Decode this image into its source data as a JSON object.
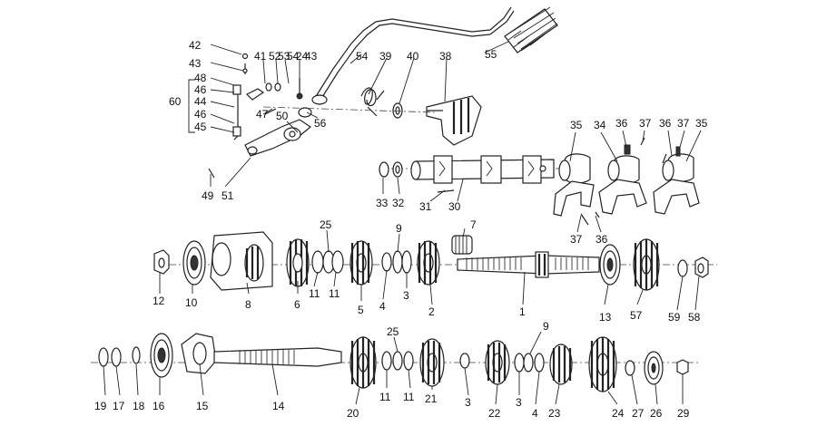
{
  "callouts": {
    "c42": "42",
    "c41": "41",
    "c52": "52",
    "c53": "53",
    "c54_top": "54",
    "c24_top": "24",
    "c43": "43",
    "c48": "48",
    "c46a": "46",
    "c44": "44",
    "c46b": "46",
    "c45": "45",
    "c60": "60",
    "c47": "47",
    "c50": "50",
    "c56": "56",
    "c54": "54",
    "c39": "39",
    "c40": "40",
    "c38": "38",
    "c55": "55",
    "c49": "49",
    "c51": "51",
    "c33": "33",
    "c32": "32",
    "c31": "31",
    "c30": "30",
    "c35a": "35",
    "c34": "34",
    "c36a": "36",
    "c37a": "37",
    "c36b": "36",
    "c37b": "37",
    "c35b": "35",
    "c37c": "37",
    "c36c": "36",
    "c25a": "25",
    "c9a": "9",
    "c7": "7",
    "c12": "12",
    "c10": "10",
    "c8": "8",
    "c6": "6",
    "c11a": "11",
    "c11b": "11",
    "c5": "5",
    "c4a": "4",
    "c3a": "3",
    "c2": "2",
    "c1": "1",
    "c13": "13",
    "c57": "57",
    "c59": "59",
    "c58": "58",
    "c25b": "25",
    "c9b": "9",
    "c19": "19",
    "c17": "17",
    "c18": "18",
    "c16": "16",
    "c15": "15",
    "c14": "14",
    "c20": "20",
    "c11c": "11",
    "c11d": "11",
    "c21": "21",
    "c3b": "3",
    "c22": "22",
    "c3c": "3",
    "c4b": "4",
    "c23": "23",
    "c24": "24",
    "c27": "27",
    "c26": "26",
    "c29": "29"
  }
}
